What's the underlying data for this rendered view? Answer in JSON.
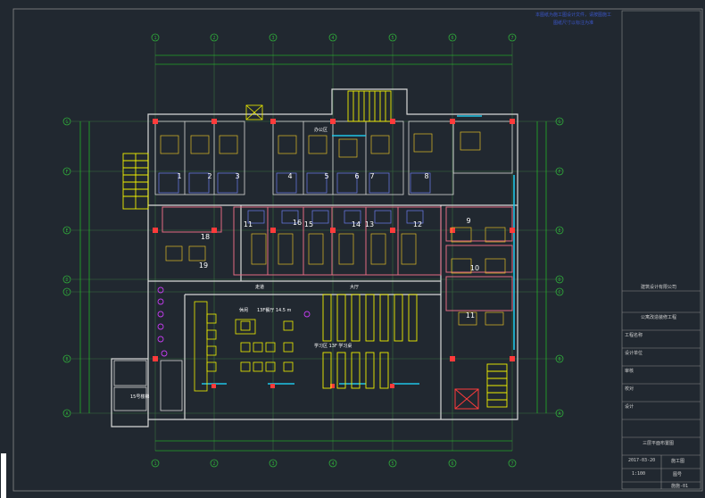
{
  "colors": {
    "background": "#212830",
    "grid": "#3a6f40",
    "axis_circle": "#2fae3a",
    "dimension": "#22e022",
    "wall": "#d8d8d8",
    "column": "#ff3b3b",
    "furniture": "#f0f000",
    "partition": "#e46a82",
    "glass": "#1fc4e6",
    "door": "#e3bb25",
    "fixture": "#c43cf0",
    "room_number": "#ffffff",
    "titleblock_text": "#d0d0d0",
    "corner_note": "#3b56c9"
  },
  "axes": {
    "vertical_labels": [
      "1",
      "2",
      "3",
      "4",
      "5",
      "6",
      "7"
    ],
    "horizontal_labels": [
      "G",
      "F",
      "E",
      "D",
      "C",
      "B",
      "A"
    ]
  },
  "rooms": {
    "numbers": [
      "1",
      "2",
      "3",
      "4",
      "5",
      "6",
      "7",
      "8",
      "9",
      "10",
      "11",
      "12",
      "13",
      "14",
      "15",
      "16",
      "11",
      "18",
      "19"
    ]
  },
  "icons": {
    "stair": "stair-hatch-icon",
    "elevator": "elevator-box-icon",
    "fixture": "toilet-fixture-icon"
  },
  "labels": {
    "kitchen_note": "休闲",
    "dining_note": "13F餐厅 14.5 m",
    "corridor_note": "走道",
    "hall_label": "大厅",
    "study_note": "学习区 13F 学习桌",
    "office_note": "办公区",
    "stairwell_note": "15号楼梯",
    "drawing_title": "三层平面布置图",
    "scale_label": "1:100",
    "drawing_no": "施施-01"
  },
  "titleblock": {
    "company_name": "建筑设计有限公司",
    "project_name": "公寓改造装修工程",
    "row_a": "工程名称",
    "row_b": "设计单位",
    "row_c": "审核",
    "row_d": "校对",
    "row_e": "设计",
    "date_label": "2017-03-20",
    "stage_label": "施工图",
    "sheet_label": "图号"
  },
  "corner_note": {
    "line1": "本图纸为施工图设计文件，请按图施工",
    "line2": "图纸尺寸以标注为准"
  }
}
